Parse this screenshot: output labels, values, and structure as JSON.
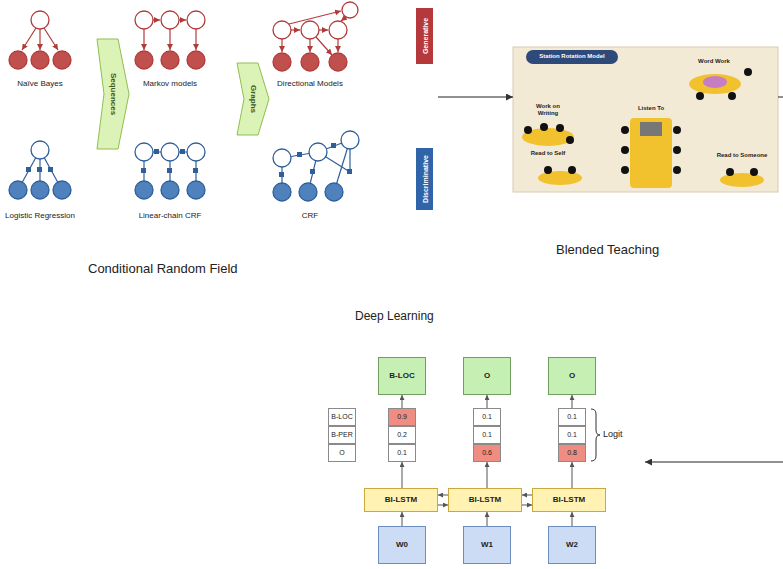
{
  "diagram": {
    "nodes": [
      {
        "text": [
          "Conditional Random Field"
        ]
      },
      {
        "text": [
          "Sequences"
        ],
        "in": 0
      },
      {
        "text": [
          "Graphs"
        ],
        "in": 0
      },
      {
        "text": [
          "Generative"
        ],
        "in": 0
      },
      {
        "text": [
          "Discriminative"
        ],
        "in": 0
      },
      {
        "text": [
          "Blended Teaching"
        ]
      },
      {
        "text": [
          "Deep Learning"
        ]
      },
      {
        "text": [
          "B-LOC"
        ],
        "in": 6
      },
      {
        "text": [
          "B-PER"
        ],
        "in": 6
      },
      {
        "text": [
          "O"
        ],
        "in": 6
      },
      {
        "text": [
          "B-LOC"
        ],
        "in": 6
      },
      {
        "text": [
          "O"
        ],
        "in": 6
      },
      {
        "text": [
          "O"
        ],
        "in": 6
      },
      {
        "text": [
          "0.9"
        ],
        "in": 6
      },
      {
        "text": [
          "0.2"
        ],
        "in": 6
      },
      {
        "text": [
          "0.1"
        ],
        "in": 6
      },
      {
        "text": [
          "0.1"
        ],
        "in": 6
      },
      {
        "text": [
          "0.1"
        ],
        "in": 6
      },
      {
        "text": [
          "0.6"
        ],
        "in": 6
      },
      {
        "text": [
          "0.1"
        ],
        "in": 6
      },
      {
        "text": [
          "0.1"
        ],
        "in": 6
      },
      {
        "text": [
          "0.8"
        ],
        "in": 6
      },
      {
        "text": [
          "BI-LSTM"
        ],
        "in": 6
      },
      {
        "text": [
          "BI-LSTM"
        ],
        "in": 6
      },
      {
        "text": [
          "BI-LSTM"
        ],
        "in": 6
      },
      {
        "text": [
          "W0"
        ],
        "in": 6
      },
      {
        "text": [
          "W1"
        ],
        "in": 6
      },
      {
        "text": [
          "W2"
        ],
        "in": 6
      }
    ],
    "edges": [
      {
        "from": 0,
        "to": 5,
        "arrow": "to"
      },
      {
        "from": 25,
        "to": 22,
        "arrow": "to"
      },
      {
        "from": 26,
        "to": 23,
        "arrow": "to"
      },
      {
        "from": 27,
        "to": 24,
        "arrow": "to"
      },
      {
        "from": 22,
        "to": 15,
        "arrow": "to"
      },
      {
        "from": 23,
        "to": 18,
        "arrow": "to"
      },
      {
        "from": 24,
        "to": 21,
        "arrow": "to"
      },
      {
        "from": 13,
        "to": 10,
        "arrow": "to"
      },
      {
        "from": 16,
        "to": 11,
        "arrow": "to"
      },
      {
        "from": 19,
        "to": 12,
        "arrow": "to"
      },
      {
        "from": 22,
        "to": 23,
        "arrow": "to"
      },
      {
        "from": 23,
        "to": 22,
        "arrow": "to"
      },
      {
        "from": 23,
        "to": 24,
        "arrow": "to"
      },
      {
        "from": 24,
        "to": 23,
        "arrow": "to"
      }
    ],
    "labels": [
      "Naïve Bayes",
      "Markov models",
      "Directional Models",
      "Logistic Regression",
      "Linear-chain CRF",
      "CRF",
      "Station Rotation Model",
      "Work on Writing",
      "Word Work",
      "Listen To",
      "Read to Self",
      "Read to Someone",
      "Logit"
    ]
  }
}
